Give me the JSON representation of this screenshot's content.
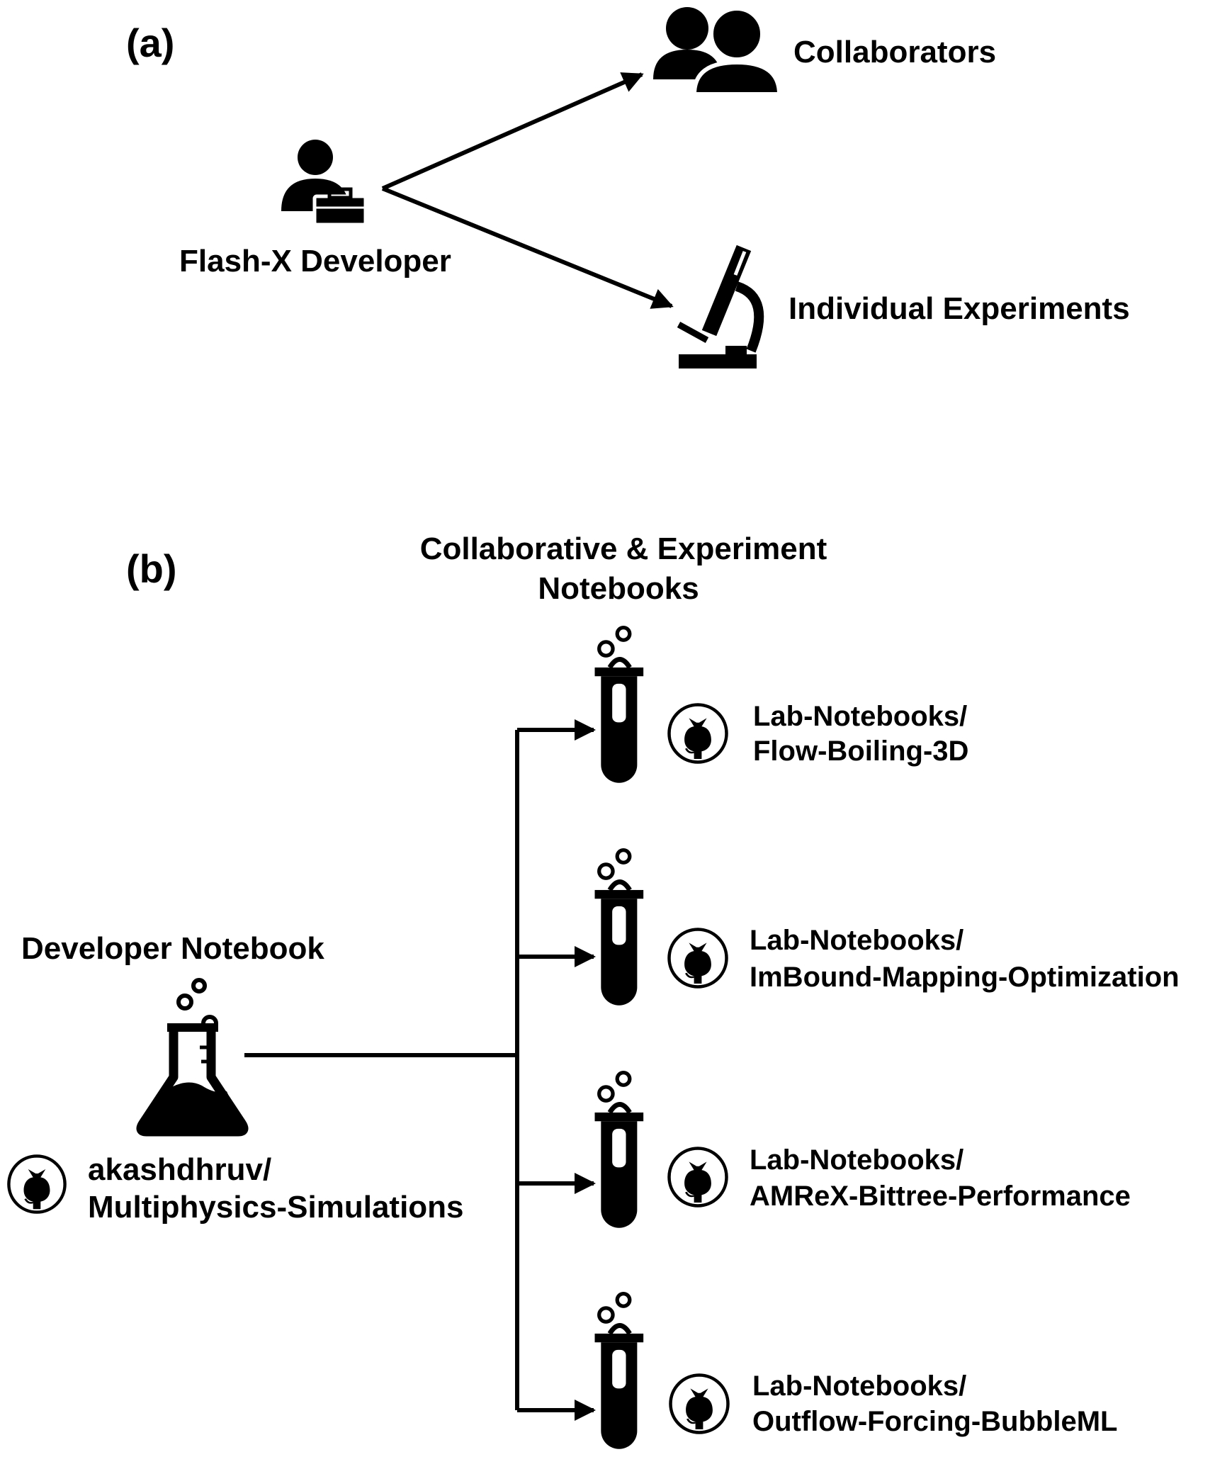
{
  "panel_a": {
    "label": "(a)",
    "developer": "Flash-X Developer",
    "targets": [
      "Collaborators",
      "Individual Experiments"
    ]
  },
  "panel_b": {
    "label": "(b)",
    "heading_line1": "Collaborative & Experiment",
    "heading_line2": "Notebooks",
    "developer_title": "Developer Notebook",
    "developer_repo_line1": "akashdhruv/",
    "developer_repo_line2": "Multiphysics-Simulations",
    "notebooks": [
      {
        "line1": "Lab-Notebooks/",
        "line2": "Flow-Boiling-3D"
      },
      {
        "line1": "Lab-Notebooks/",
        "line2": "ImBound-Mapping-Optimization"
      },
      {
        "line1": "Lab-Notebooks/",
        "line2": "AMReX-Bittree-Performance"
      },
      {
        "line1": "Lab-Notebooks/",
        "line2": "Outflow-Forcing-BubbleML"
      }
    ]
  },
  "icons": {
    "developer": "person-with-toolbox-icon",
    "collaborators": "users-group-icon",
    "experiments": "microscope-icon",
    "developer_notebook": "flask-icon",
    "notebook": "test-tube-icon",
    "repo": "github-icon"
  }
}
